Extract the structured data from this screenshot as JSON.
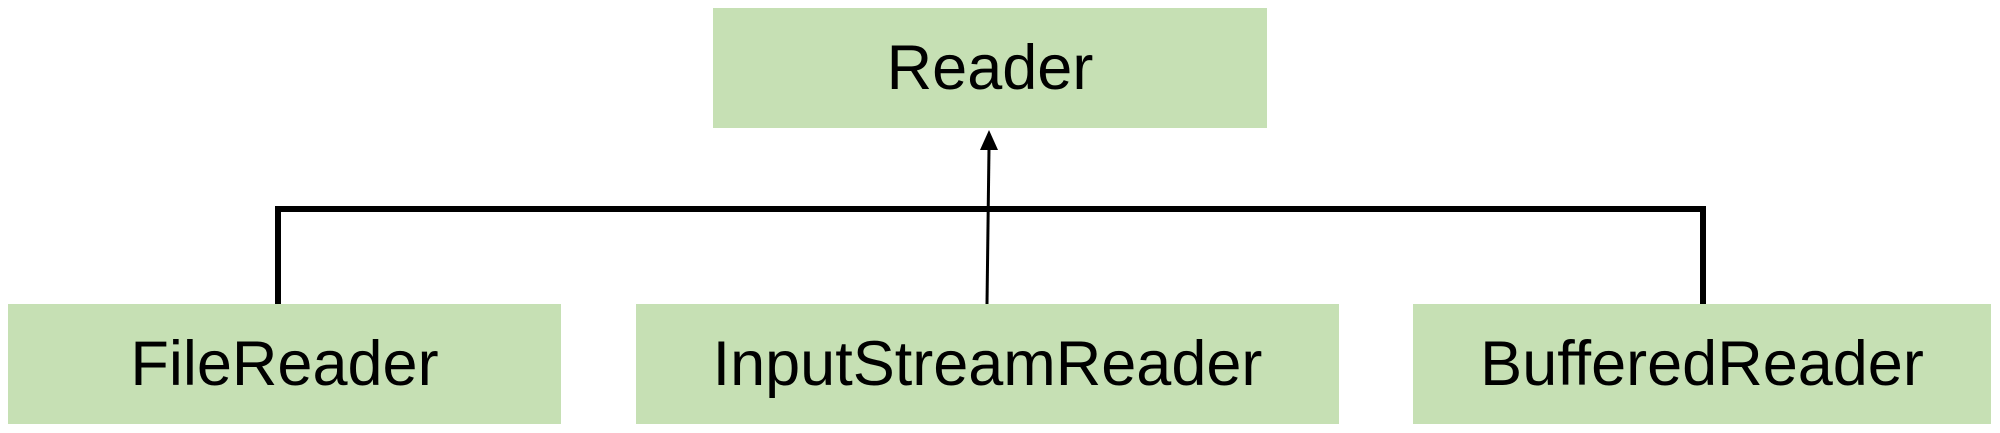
{
  "nodes": {
    "parent": {
      "label": "Reader"
    },
    "children": [
      {
        "label": "FileReader"
      },
      {
        "label": "InputStreamReader"
      },
      {
        "label": "BufferedReader"
      }
    ]
  },
  "colors": {
    "box_fill": "#c6e0b4",
    "text": "#000000",
    "connector": "#000000"
  },
  "edges": [
    {
      "from": "FileReader",
      "to": "Reader",
      "type": "inheritance"
    },
    {
      "from": "InputStreamReader",
      "to": "Reader",
      "type": "inheritance"
    },
    {
      "from": "BufferedReader",
      "to": "Reader",
      "type": "inheritance"
    }
  ]
}
